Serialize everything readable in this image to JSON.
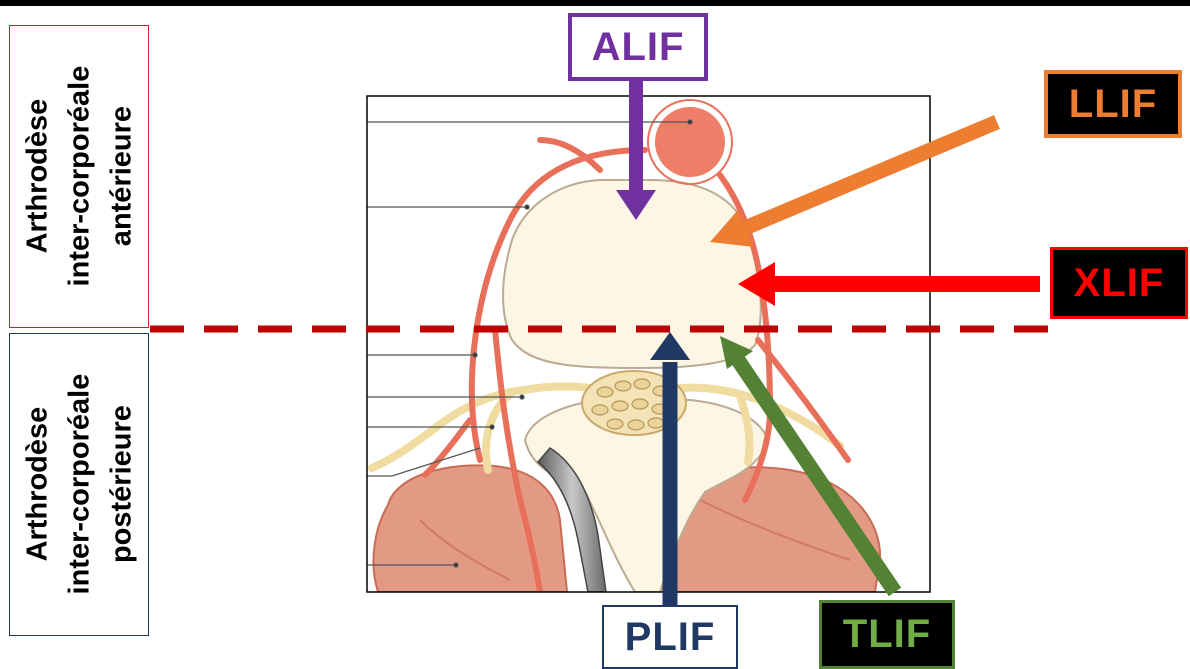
{
  "regions": {
    "anterior": {
      "line1": "Arthrodèse",
      "line2": "inter-corporéale",
      "line3": "antérieure"
    },
    "posterior": {
      "line1": "Arthrodèse",
      "line2": "inter-corporéale",
      "line3": "postérieure"
    }
  },
  "approaches": [
    {
      "key": "alif",
      "label": "ALIF",
      "color": "#7030a0"
    },
    {
      "key": "llif",
      "label": "LLIF",
      "color": "#ed7d31"
    },
    {
      "key": "xlif",
      "label": "XLIF",
      "color": "#ff0000"
    },
    {
      "key": "plif",
      "label": "PLIF",
      "color": "#1f3864"
    },
    {
      "key": "tlif",
      "label": "TLIF",
      "color": "#548235"
    }
  ],
  "colors": {
    "divider": "#c00000",
    "vertebral_body": "#fdf6e4",
    "vessel": "#e8705a",
    "muscle": "#e39a84",
    "nerve": "#f0dca0"
  }
}
